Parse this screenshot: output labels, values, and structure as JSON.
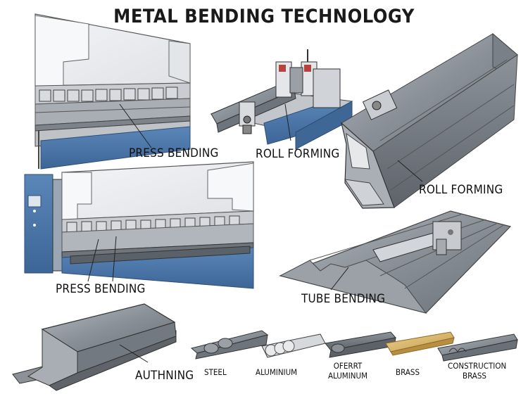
{
  "title": "METAL BENDING TECHNOLOGY",
  "labels": {
    "press_bending_top": "PRESS BENDING",
    "roll_forming_mid": "ROLL FORMING",
    "roll_forming_right": "ROLL FORMING",
    "press_bending_bottom": "PRESS BENDING",
    "tube_bending": "TUBE BENDING",
    "authning": "AUTHNING"
  },
  "materials": {
    "steel": "STEEL",
    "aluminium": "ALUMINIUM",
    "oferrt_line1": "OFERRT",
    "oferrt_line2": "ALUMINUM",
    "brass": "BRASS",
    "construction_line1": "CONSTRUCTION",
    "construction_line2": "BRASS"
  },
  "colors": {
    "machine_blue": "#4a74a6",
    "panel_light": "#eceef0",
    "metal_gray": "#8c9298",
    "brass": "#d8b569"
  }
}
